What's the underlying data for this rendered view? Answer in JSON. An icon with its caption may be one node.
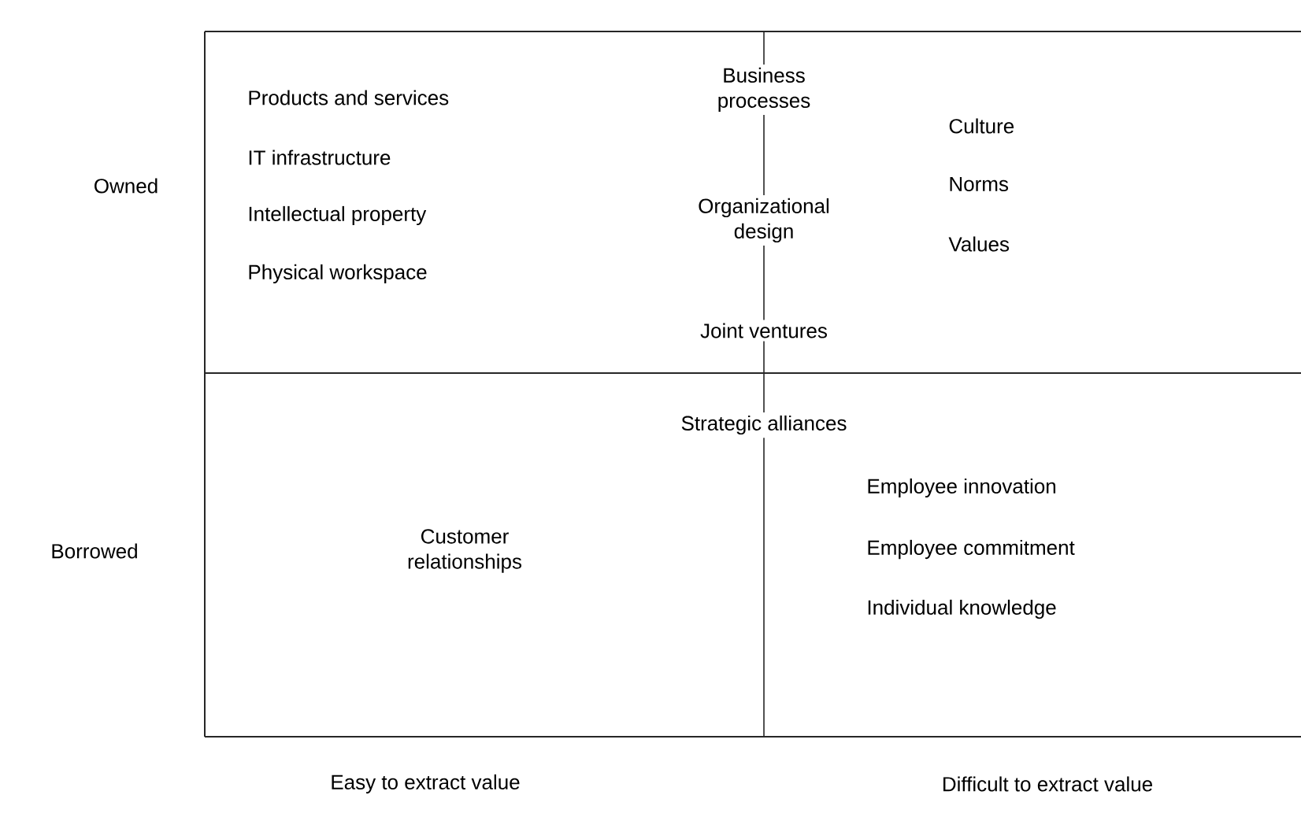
{
  "diagram": {
    "labels": [
      "Owned",
      "Products and services",
      "IT infrastructure",
      "Intellectual property",
      "Physical workspace",
      "Business processes",
      "Organizational design",
      "Joint ventures",
      "Culture",
      "Norms",
      "Values",
      "Borrowed",
      "Strategic alliances",
      "Customer relationships",
      "Employee innovation",
      "Employee commitment",
      "Individual knowledge",
      "Easy to extract value",
      "Difficult to extract value"
    ]
  }
}
